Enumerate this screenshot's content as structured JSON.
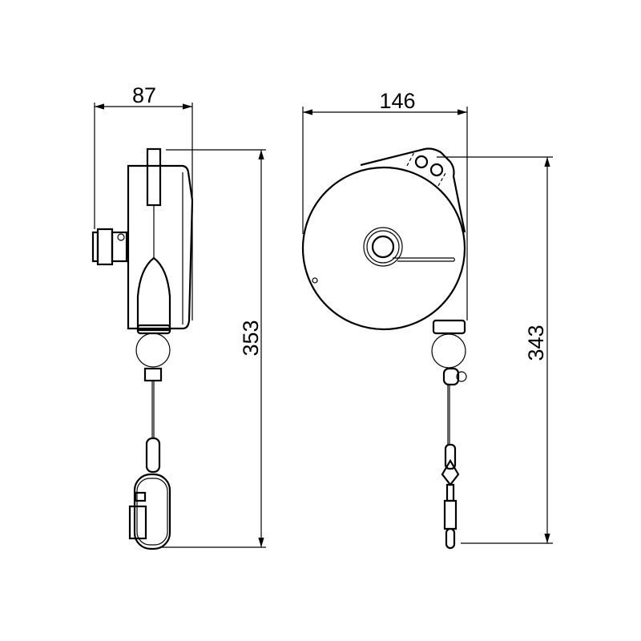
{
  "drawing": {
    "side_view": {
      "width_dimension": "87",
      "height_dimension": "353"
    },
    "front_view": {
      "width_dimension": "146",
      "height_dimension": "343"
    },
    "line_color": "#000000",
    "background": "#ffffff"
  }
}
